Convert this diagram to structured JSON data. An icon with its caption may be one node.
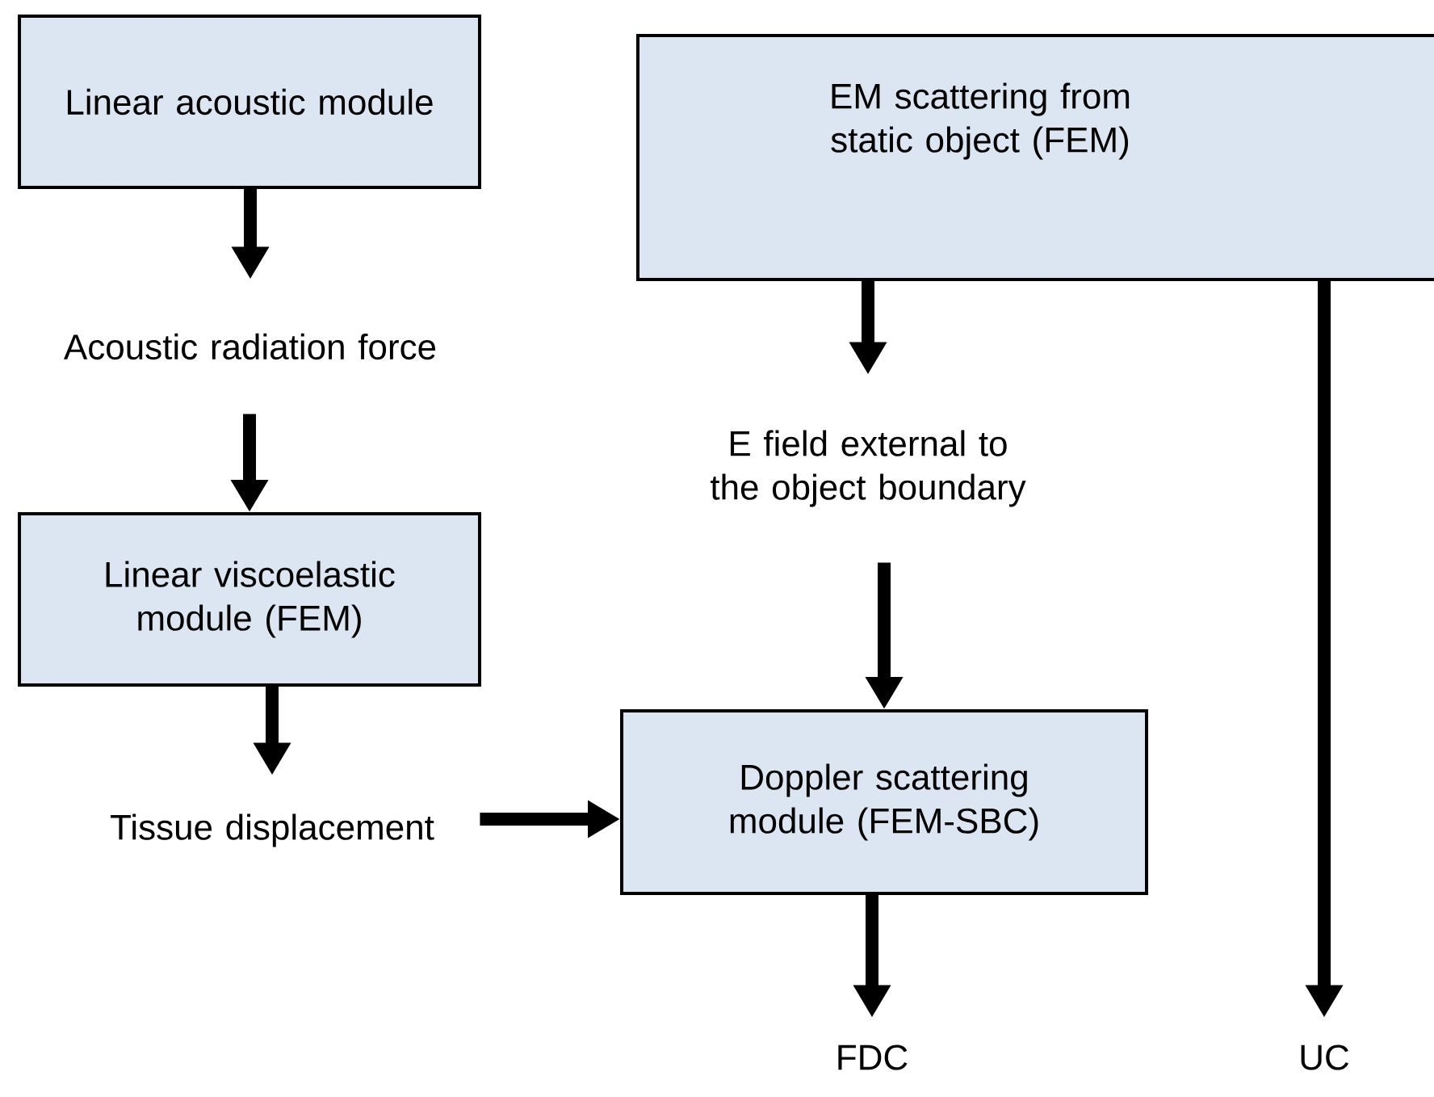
{
  "diagram": {
    "nodes": [
      {
        "text": [
          "Linear acoustic module"
        ]
      },
      {
        "text": [
          "Acoustic radiation force"
        ]
      },
      {
        "text": [
          "Linear viscoelastic module (FEM)"
        ]
      },
      {
        "text": [
          "Tissue displacement"
        ]
      },
      {
        "text": [
          "EM scattering from static object (FEM)"
        ]
      },
      {
        "text": [
          "E field external to the object boundary"
        ]
      },
      {
        "text": [
          "Doppler scattering module (FEM-SBC)"
        ]
      },
      {
        "text": [
          "FDC"
        ]
      },
      {
        "text": [
          "UC"
        ]
      }
    ],
    "edges": [
      {
        "from": 0,
        "to": 1,
        "arrow": "to"
      },
      {
        "from": 1,
        "to": 2,
        "arrow": "to"
      },
      {
        "from": 2,
        "to": 3,
        "arrow": "to"
      },
      {
        "from": 3,
        "to": 6,
        "arrow": "to"
      },
      {
        "from": 4,
        "to": 5,
        "arrow": "to"
      },
      {
        "from": 5,
        "to": 6,
        "arrow": "to"
      },
      {
        "from": 6,
        "to": 7,
        "arrow": "to"
      },
      {
        "from": 4,
        "to": 8,
        "arrow": "to"
      }
    ]
  }
}
